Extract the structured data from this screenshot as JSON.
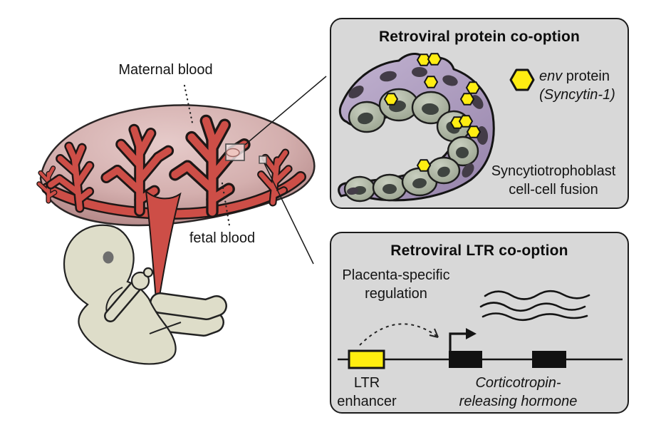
{
  "figure": {
    "left": {
      "maternal_blood_label": "Maternal blood",
      "fetal_blood_label": "fetal blood"
    },
    "protein_panel": {
      "title": "Retroviral protein co-option",
      "legend": {
        "env_italic": "env",
        "protein_rest": " protein",
        "syncytin": "(Syncytin-1)",
        "icon": "env-protein-hexagon-icon"
      },
      "caption_line1": "Syncytiotrophoblast",
      "caption_line2": "cell-cell fusion"
    },
    "ltr_panel": {
      "title": "Retroviral LTR co-option",
      "regulation_line1": "Placenta-specific",
      "regulation_line2": "regulation",
      "enhancer_line1": "LTR",
      "enhancer_line2": "enhancer",
      "gene_line1": "Corticotropin-",
      "gene_line2": "releasing hormone"
    },
    "colors": {
      "panel_background": "#d8d8d8",
      "outline": "#1c1c1c",
      "env_protein_yellow": "#ffed12",
      "ltr_enhancer_yellow": "#ffee0f",
      "exon_black": "#111111",
      "syncytiotrophoblast_purple": "#af9ec2",
      "cytotrophoblast_green": "#aab3a0",
      "nucleus_gray": "#45404a",
      "villi_red": "#cd4e47",
      "placenta_light": "#e4c8c7",
      "placenta_dark": "#af8181",
      "fetus_beige": "#deddc9"
    }
  }
}
